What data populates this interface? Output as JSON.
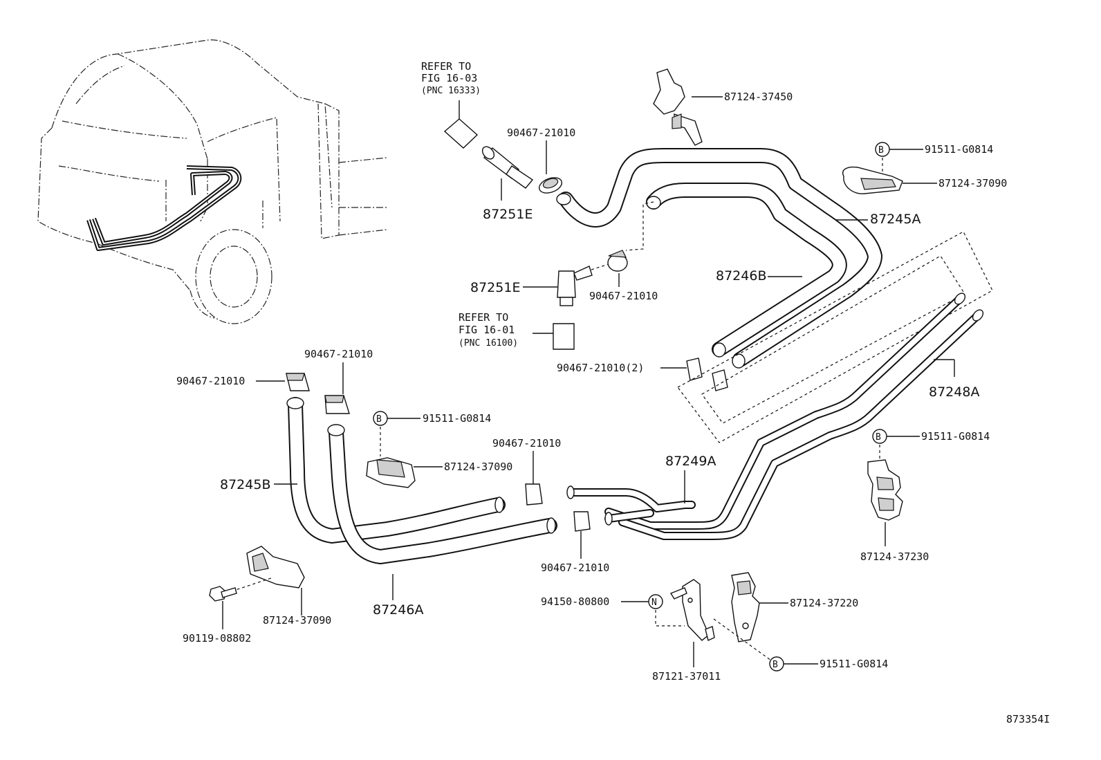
{
  "refs": {
    "fig_16_03": {
      "line1": "REFER TO",
      "line2": "FIG 16-03",
      "line3": "(PNC 16333)"
    },
    "fig_16_01": {
      "line1": "REFER TO",
      "line2": "FIG 16-01",
      "line3": "(PNC 16100)"
    }
  },
  "parts": {
    "p87124_37450": "87124-37450",
    "p90467_21010_top": "90467-21010",
    "p91511_G0814_top": "91511-G0814",
    "p87124_37090_top": "87124-37090",
    "p87251E_top": "87251E",
    "p87245A": "87245A",
    "p87246B": "87246B",
    "p87251E_mid": "87251E",
    "p90467_21010_mid": "90467-21010",
    "p90467_21010_2": "90467-21010(2)",
    "p87248A": "87248A",
    "p90467_21010_left": "90467-21010",
    "p90467_21010_left2": "90467-21010",
    "p91511_G0814_left": "91511-G0814",
    "p87124_37090_left": "87124-37090",
    "p90467_21010_center": "90467-21010",
    "p87249A": "87249A",
    "p91511_G0814_right": "91511-G0814",
    "p87245B": "87245B",
    "p87124_37230": "87124-37230",
    "p90467_21010_low": "90467-21010",
    "p87246A": "87246A",
    "p94150_80800": "94150-80800",
    "p87124_37220": "87124-37220",
    "p87124_37090_low": "87124-37090",
    "p90119_08802": "90119-08802",
    "p87121_37011": "87121-37011",
    "p91511_G0814_low": "91511-G0814"
  },
  "markers": {
    "b": "B",
    "n": "N"
  },
  "diagram_id": "873354I"
}
